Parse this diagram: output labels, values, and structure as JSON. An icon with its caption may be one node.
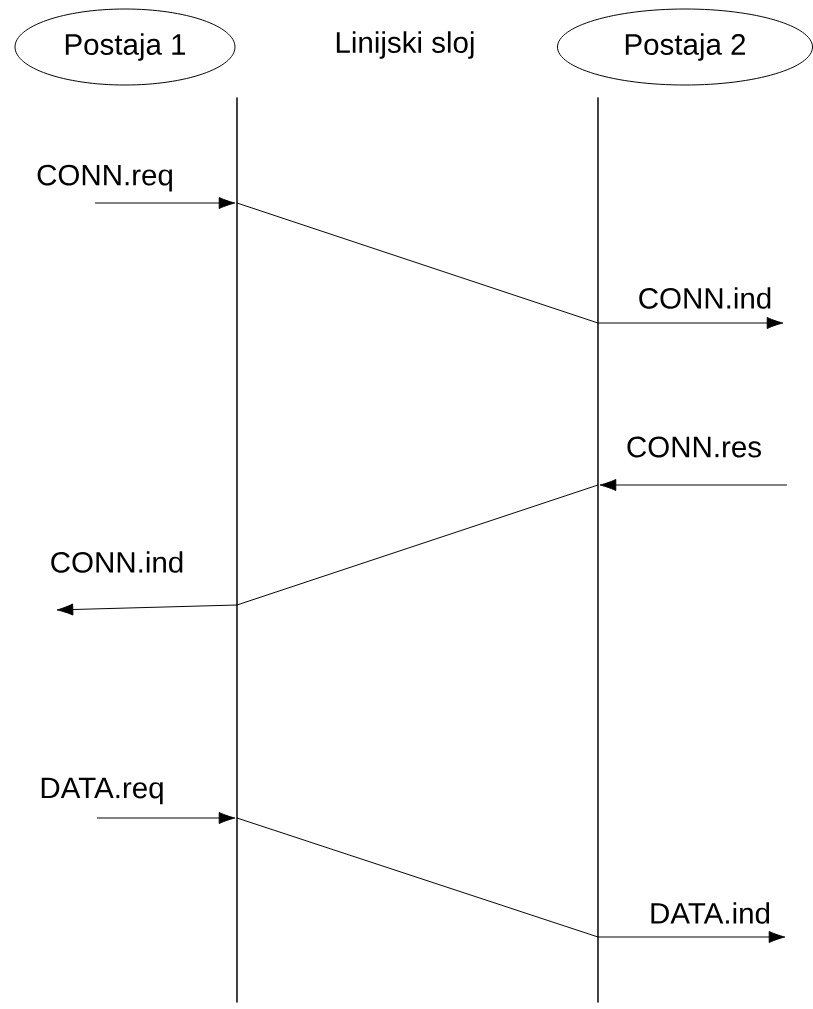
{
  "diagram": {
    "nodes": [
      {
        "text": [
          "Postaja 1"
        ]
      },
      {
        "text": [
          "Postaja 2"
        ]
      },
      {
        "text": [],
        "shape": "bar"
      },
      {
        "text": [],
        "shape": "bar"
      }
    ],
    "edges": [
      {
        "from": null,
        "to": 2,
        "arrow": "to",
        "label": "CONN.req"
      },
      {
        "from": 2,
        "to": 3,
        "arrow": "none"
      },
      {
        "from": 3,
        "to": null,
        "arrow": "to",
        "label": "CONN.ind"
      },
      {
        "from": null,
        "to": 3,
        "arrow": "to",
        "label": "CONN.res"
      },
      {
        "from": 3,
        "to": 2,
        "arrow": "none"
      },
      {
        "from": 2,
        "to": null,
        "arrow": "to",
        "label": "CONN.ind"
      },
      {
        "from": null,
        "to": 2,
        "arrow": "to",
        "label": "DATA.req"
      },
      {
        "from": 2,
        "to": 3,
        "arrow": "none"
      },
      {
        "from": 3,
        "to": null,
        "arrow": "to",
        "label": "DATA.ind"
      }
    ],
    "labels": [
      "Linijski sloj"
    ]
  }
}
